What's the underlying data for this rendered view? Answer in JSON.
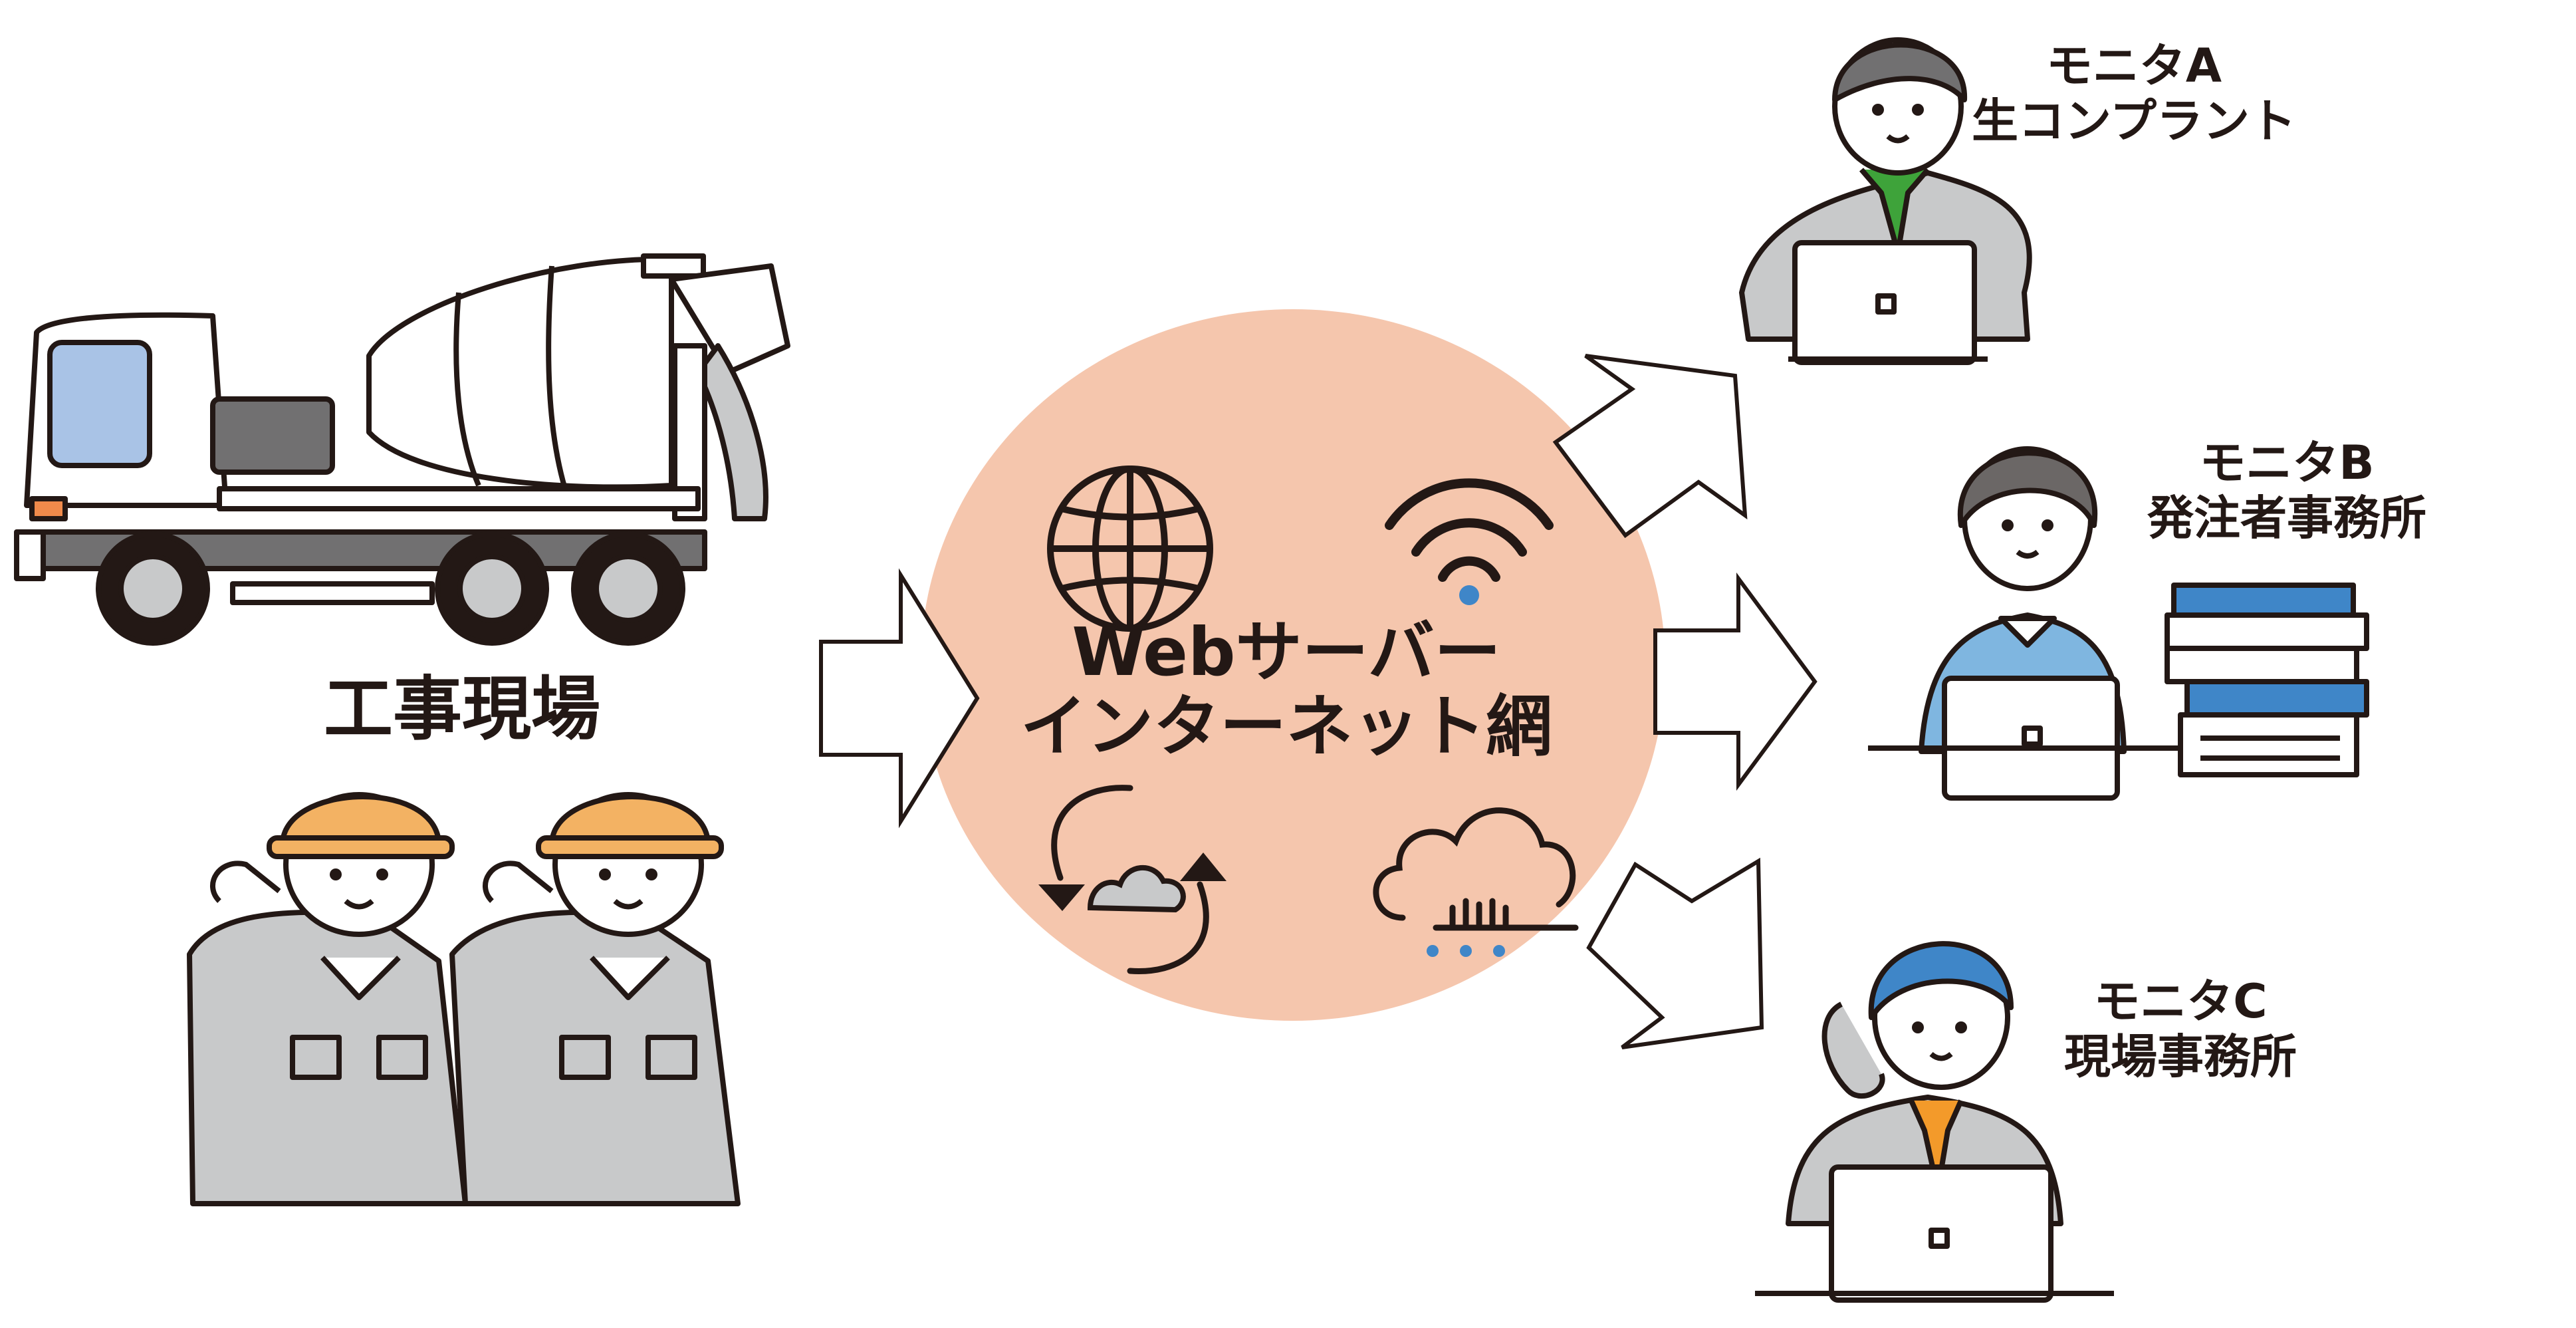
{
  "labels": {
    "site": "工事現場",
    "center_line1": "Webサーバー",
    "center_line2": "インターネット網",
    "monitor_a_title": "モニタA",
    "monitor_a_sub": "生コンプラント",
    "monitor_b_title": "モニタB",
    "monitor_b_sub": "発注者事務所",
    "monitor_c_title": "モニタC",
    "monitor_c_sub": "現場事務所"
  },
  "colors": {
    "outline": "#231815",
    "circle": "#f5c6ad",
    "helmet": "#f3b263",
    "uniform_gray": "#c8c9ca",
    "truck_window": "#a9c3e6",
    "hair_blue": "#3f86c8",
    "jacket_blue": "#7fb6e0",
    "accent_blue": "#3f86c8",
    "tie_green": "#3ea33a",
    "tie_orange": "#f39a2a",
    "hair_gray": "#6b6766",
    "skin": "#ffffff"
  },
  "icons": [
    "globe-icon",
    "wifi-icon",
    "cloud-sync-icon",
    "cloud-network-icon"
  ]
}
